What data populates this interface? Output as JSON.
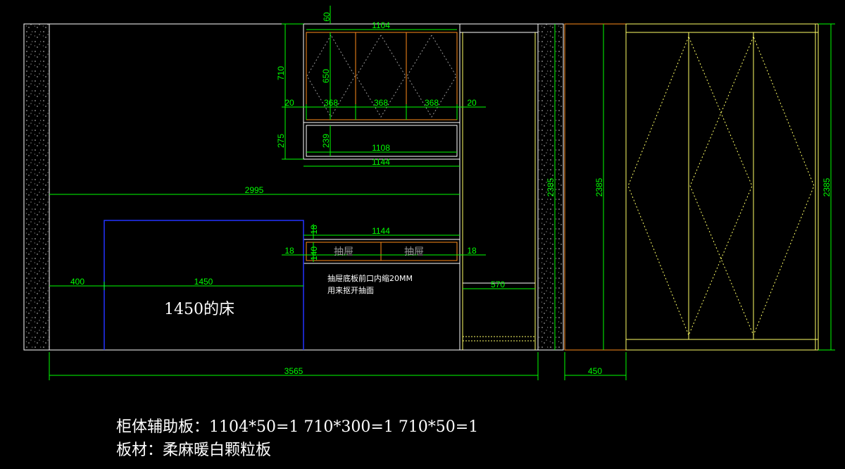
{
  "drawing": {
    "dimensions": {
      "d60": "60",
      "d1104": "1104",
      "d710": "710",
      "d650": "650",
      "d20_left": "20",
      "d368_1": "368",
      "d368_2": "368",
      "d368_3": "368",
      "d20_right": "20",
      "d275": "275",
      "d239": "239",
      "d1108": "1108",
      "d1144_top": "1144",
      "d2995": "2995",
      "d18_v": "18",
      "d1144_drawer": "1144",
      "d18_left": "18",
      "d140": "140",
      "d18_right": "18",
      "d400": "400",
      "d1450": "1450",
      "d570": "570",
      "d2385_a": "2385",
      "d2385_b": "2385",
      "d2385_c": "2385",
      "d3565": "3565",
      "d450": "450"
    },
    "labels": {
      "drawer_left": "抽屉",
      "drawer_right": "抽屉",
      "note_line1": "抽屉底板前口内缩20MM",
      "note_line2": "用来抠开抽面",
      "bed": "1450的床"
    },
    "colors": {
      "dimension": "#00ff00",
      "cabinet_outline": "#ff8c1a",
      "panel_outline": "#ffffff",
      "door_line": "#ffff66",
      "bed_outline": "#2233ff",
      "background": "#000000"
    }
  },
  "footer": {
    "line1": "柜体辅助板：1104*50=1  710*300=1  710*50=1",
    "line2": "板材：柔麻暖白颗粒板"
  }
}
